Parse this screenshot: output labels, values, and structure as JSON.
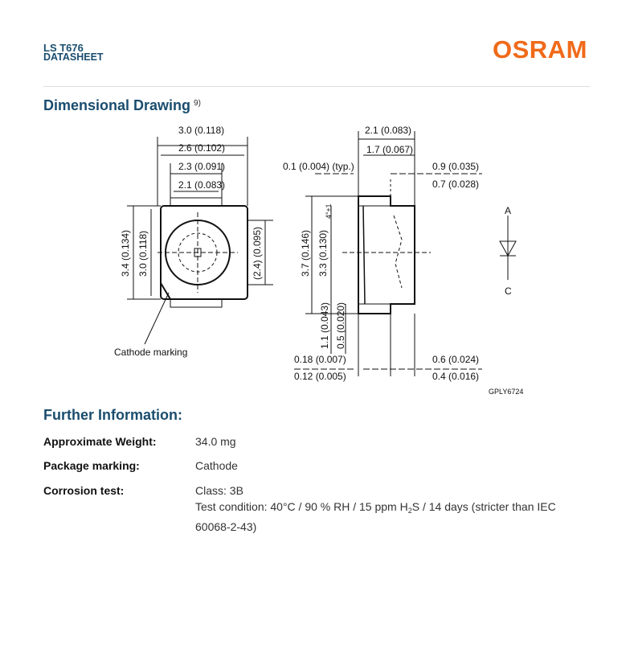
{
  "header": {
    "part_number": "LS T676",
    "doc_type": "DATASHEET",
    "brand": "OSRAM"
  },
  "section_drawing": {
    "title": "Dimensional Drawing",
    "footnote": "9)"
  },
  "drawing_labels": {
    "w_outer": "3.0 (0.118)",
    "w_body": "2.6 (0.102)",
    "w_pad_outer": "2.3 (0.091)",
    "w_pad_inner": "2.1 (0.083)",
    "h_outer": "3.4 (0.134)",
    "h_body": "3.0 (0.118)",
    "lens_dia": "(2.4) (0.095)",
    "cathode": "Cathode marking",
    "side_top": "2.1 (0.083)",
    "side_top2": "1.7 (0.067)",
    "side_lead_typ": "0.1 (0.004) (typ.)",
    "side_r1": "0.9 (0.035)",
    "side_r2": "0.7 (0.028)",
    "angle": "4°±1",
    "side_h1": "3.7 (0.146)",
    "side_h2": "3.3 (0.130)",
    "side_v1": "1.1 (0.043)",
    "side_v2": "0.5 (0.020)",
    "bot_l1": "0.18 (0.007)",
    "bot_l2": "0.12 (0.005)",
    "bot_r1": "0.6 (0.024)",
    "bot_r2": "0.4 (0.016)",
    "anode": "A",
    "cathode_sym": "C",
    "drawing_id": "GPLY6724"
  },
  "section_info": {
    "title": "Further Information:"
  },
  "info": {
    "weight_label": "Approximate Weight:",
    "weight_value": "34.0 mg",
    "marking_label": "Package marking:",
    "marking_value": "Cathode",
    "corrosion_label": "Corrosion test:",
    "corrosion_class": "Class: 3B",
    "corrosion_cond_a": "Test condition: 40°C / 90 % RH / 15 ppm H",
    "corrosion_cond_sub": "2",
    "corrosion_cond_b": "S / 14 days (stricter than IEC",
    "corrosion_cond_c": "60068-2-43)"
  }
}
